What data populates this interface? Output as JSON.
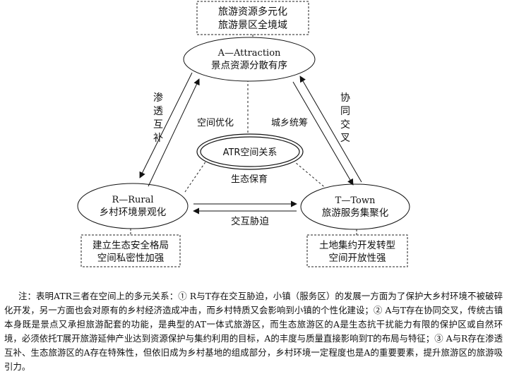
{
  "diagram": {
    "top_box": {
      "line1": "旅游资源多元化",
      "line2": "旅游景区全境域"
    },
    "node_a": {
      "line1": "A—Attraction",
      "line2": "景点资源分散有序"
    },
    "node_center": {
      "label": "ATR空间关系"
    },
    "node_r": {
      "line1": "R—Rural",
      "line2": "乡村环境景观化"
    },
    "node_t": {
      "line1": "T—Town",
      "line2": "旅游服务集聚化"
    },
    "left_box": {
      "line1": "建立生态安全格局",
      "line2": "空间私密性加强"
    },
    "right_box": {
      "line1": "土地集约开发转型",
      "line2": "空间开放性强"
    },
    "edge_ar": {
      "chars": [
        "渗",
        "透",
        "互",
        "补"
      ]
    },
    "edge_at": {
      "chars": [
        "协",
        "同",
        "交",
        "叉"
      ]
    },
    "edge_rt": {
      "label": "交互胁迫"
    },
    "dash_a_center": {
      "label": "空间优化"
    },
    "dash_t_center": {
      "label": "城乡统筹"
    },
    "dash_r_center": {
      "label": "生态保育"
    }
  },
  "note": {
    "text": "注：表明ATR三者在空间上的多元关系：① R与T存在交互胁迫，小镇（服务区）的发展一方面为了保护大乡村环境不被破碎化开发，另一方面也会对原有的乡村经济造成冲击，而乡村特质又会影响到小镇的个性化建设；② A与T存在协同交叉，传统古镇本身既是景点又承担旅游配套的功能，是典型的AT一体式旅游区，而生态旅游区的A是生态抗干扰能力有限的保护区或自然环境，必须依托T展开旅游延伸产业达到资源保护与集约利用的目标，A的丰度与质量直接影响到T的布局与特征；③ A与R存在渗透互补、生态旅游区的A存在特殊性，但依旧成为乡村基地的组成部分，乡村环境一定程度也是A的重要要素，提升旅游区的旅游吸引力。"
  }
}
